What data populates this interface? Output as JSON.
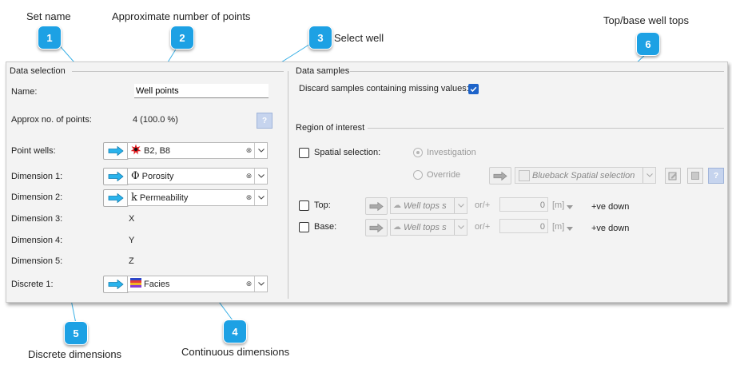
{
  "callouts": [
    {
      "number": "1",
      "label": "Set name"
    },
    {
      "number": "2",
      "label": "Approximate number of points"
    },
    {
      "number": "3",
      "label": "Select well"
    },
    {
      "number": "4",
      "label": "Continuous dimensions"
    },
    {
      "number": "5",
      "label": "Discrete dimensions"
    },
    {
      "number": "6",
      "label": "Top/base well tops"
    }
  ],
  "data_selection": {
    "title": "Data selection",
    "name_label": "Name:",
    "name_value": "Well points",
    "approx_label": "Approx no. of points:",
    "approx_value": "4 (100.0 %)",
    "help_icon": "help-icon",
    "rows": [
      {
        "label": "Point wells:",
        "value": "B2, B8",
        "icon": "well-star-icon"
      },
      {
        "label": "Dimension 1:",
        "value": "Porosity",
        "icon": "phi-icon"
      },
      {
        "label": "Dimension 2:",
        "value": "Permeability",
        "icon": "k-icon"
      },
      {
        "label": "Dimension 3:",
        "value": "X"
      },
      {
        "label": "Dimension 4:",
        "value": "Y"
      },
      {
        "label": "Dimension 5:",
        "value": "Z"
      },
      {
        "label": "Discrete 1:",
        "value": "Facies",
        "icon": "facies-icon"
      }
    ]
  },
  "data_samples": {
    "title": "Data samples",
    "discard_label": "Discard samples containing missing values:",
    "discard_checked": true
  },
  "region": {
    "title": "Region of interest",
    "spatial_label": "Spatial selection:",
    "investigation_label": "Investigation",
    "override_label": "Override",
    "spatial_value": "Blueback Spatial selection",
    "top_label": "Top:",
    "base_label": "Base:",
    "tops_value": "Well tops s",
    "or_label": "or/+",
    "offset_value": "0",
    "unit": "[m]",
    "down_label": "+ve down"
  },
  "colors": {
    "badge": "#1da1e4",
    "arrow": "#29b3ec",
    "check": "#1d63c9",
    "leader": "#1da1e4"
  }
}
